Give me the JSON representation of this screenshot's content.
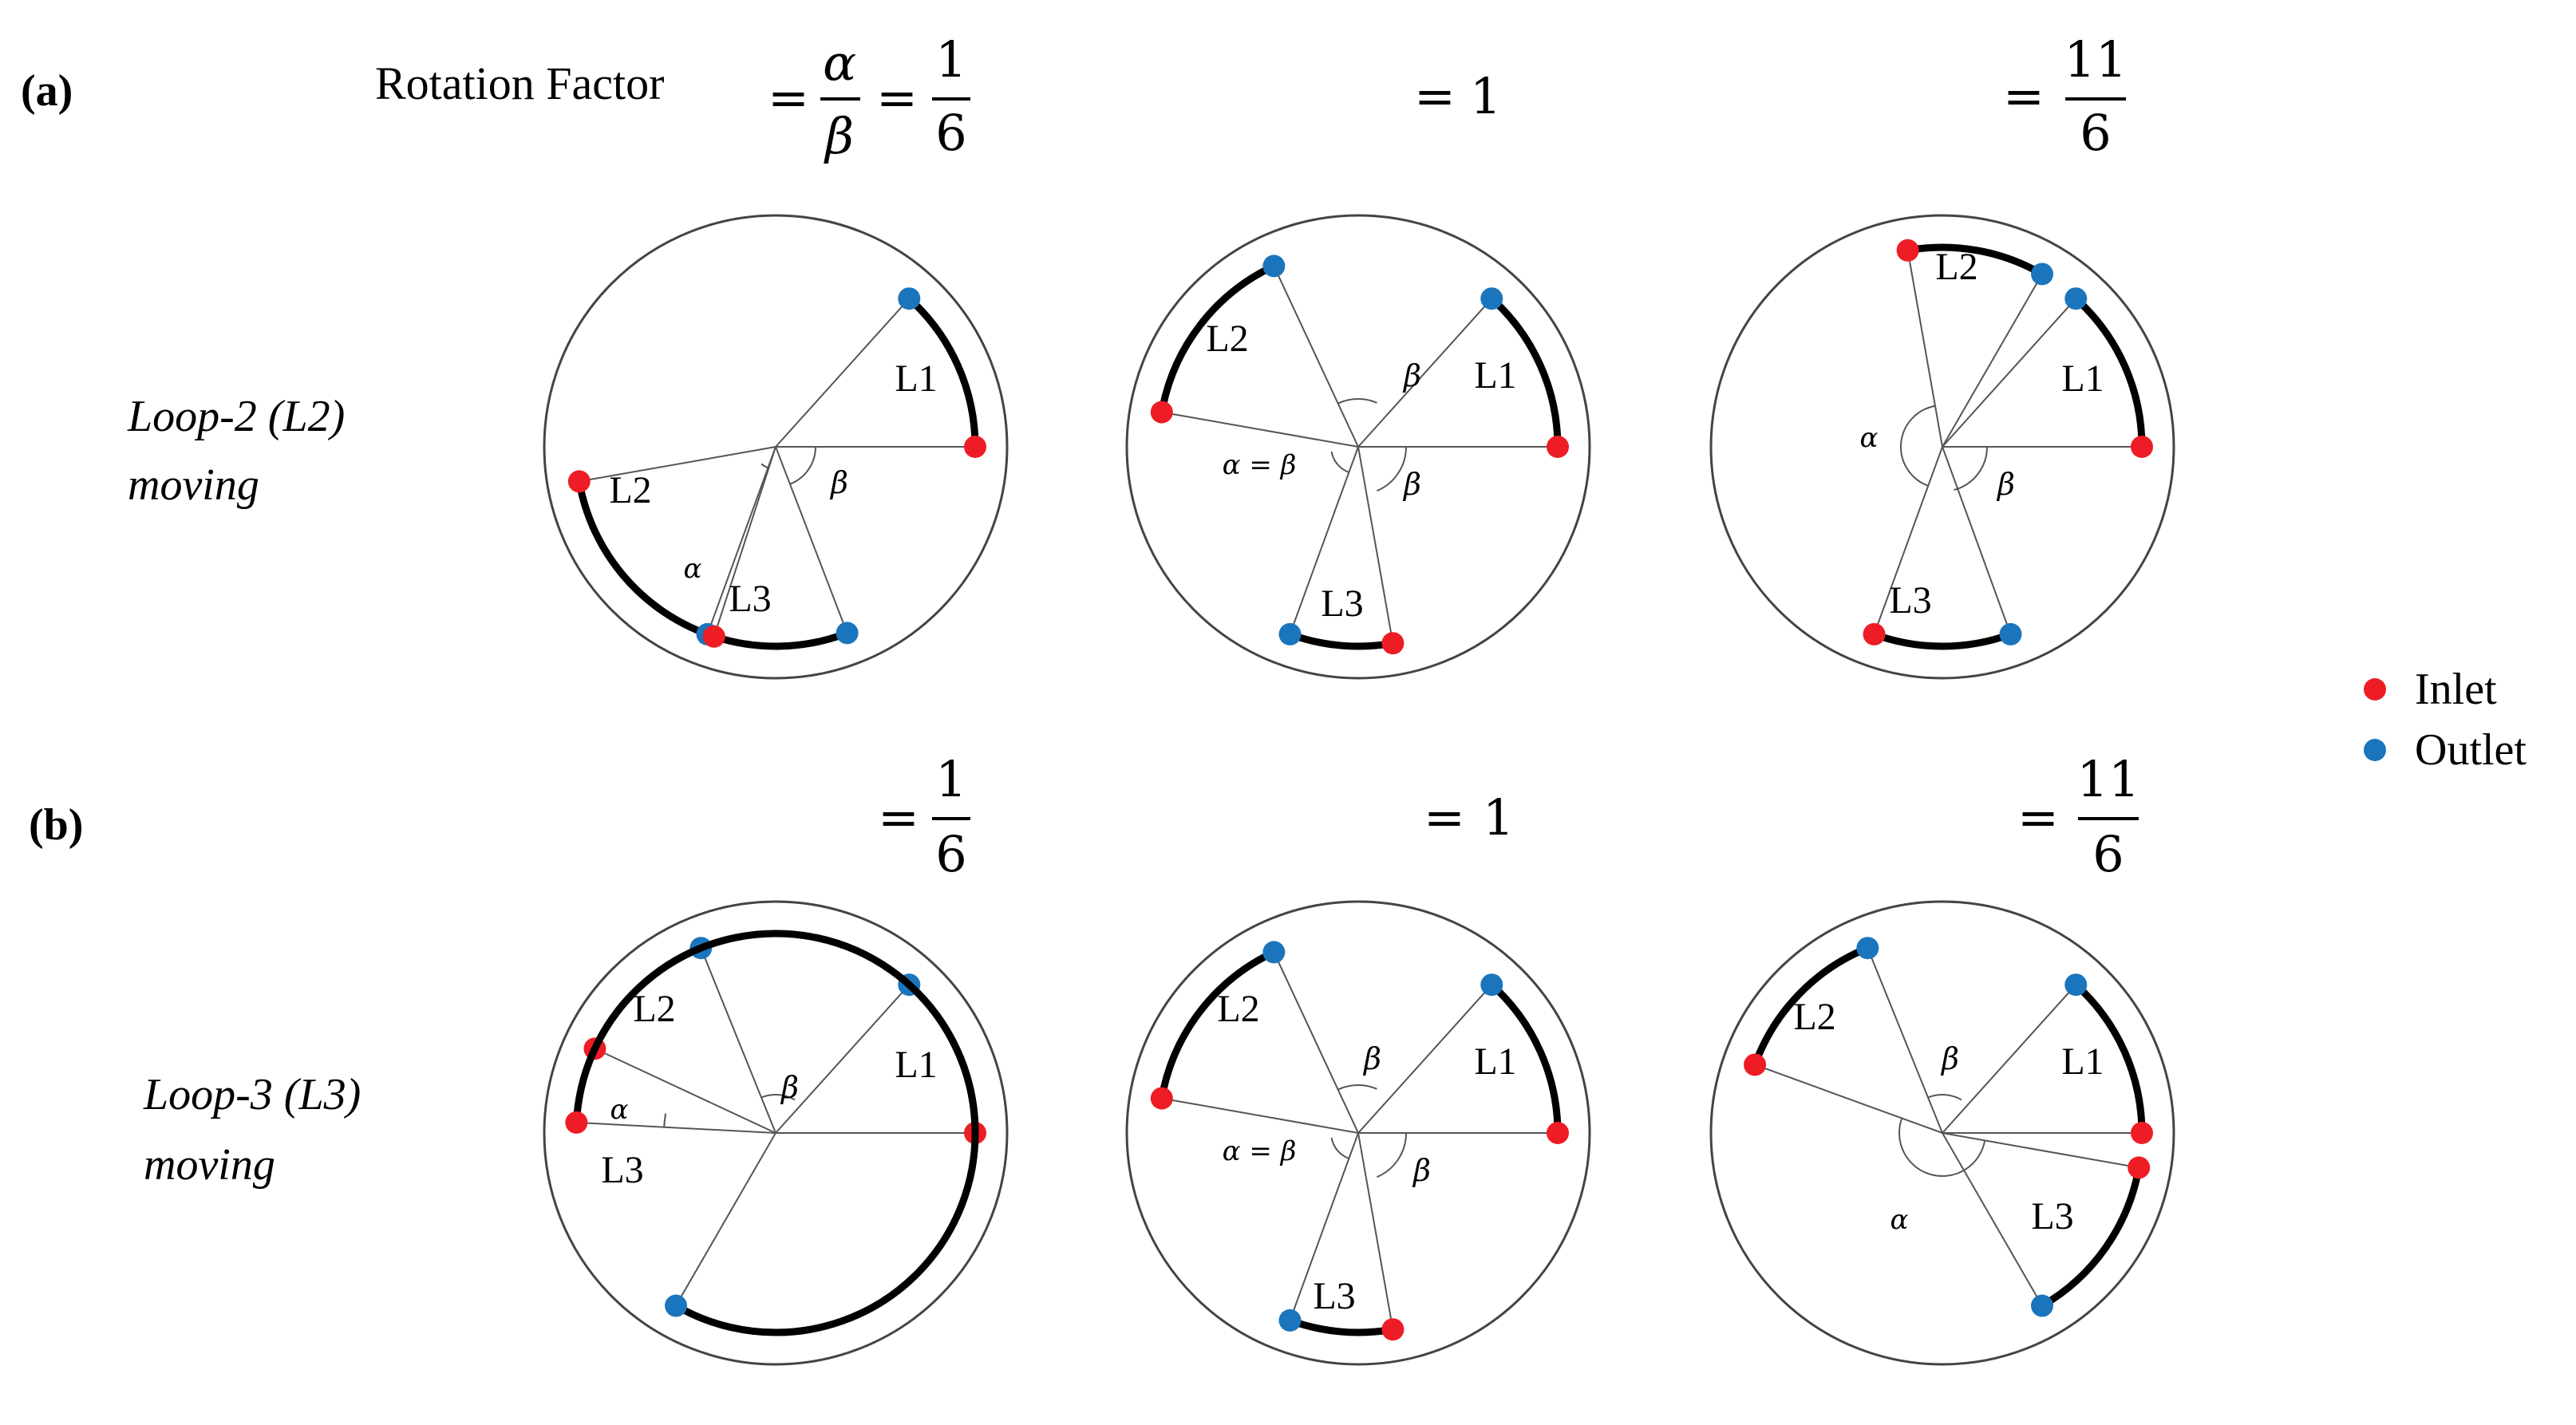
{
  "figure": {
    "rotation_factor_label": "Rotation Factor",
    "frac_alpha": "α",
    "frac_beta": "β",
    "alpha_symbol": "α",
    "beta_symbol": "β",
    "alpha_eq_beta": "α = β",
    "one_over_six": {
      "num": "1",
      "den": "6"
    },
    "eleven_over_six": {
      "num": "11",
      "den": "6"
    },
    "one": "1",
    "eq": "="
  },
  "rows": [
    {
      "id": "a",
      "panel_label": "(a)",
      "side_label_line1": "Loop-2 (L2)",
      "side_label_line2": "moving"
    },
    {
      "id": "b",
      "panel_label": "(b)",
      "side_label_line1": "Loop-3 (L3)",
      "side_label_line2": "moving"
    }
  ],
  "loops": {
    "l1": "L1",
    "l2": "L2",
    "l3": "L3"
  },
  "legend": {
    "inlet": "Inlet",
    "outlet": "Outlet",
    "inlet_color": "#ee1c25",
    "outlet_color": "#1b75bc"
  },
  "colors": {
    "text": "#000000",
    "circle": "#444444",
    "arc": "#000000",
    "line": "#555555"
  }
}
